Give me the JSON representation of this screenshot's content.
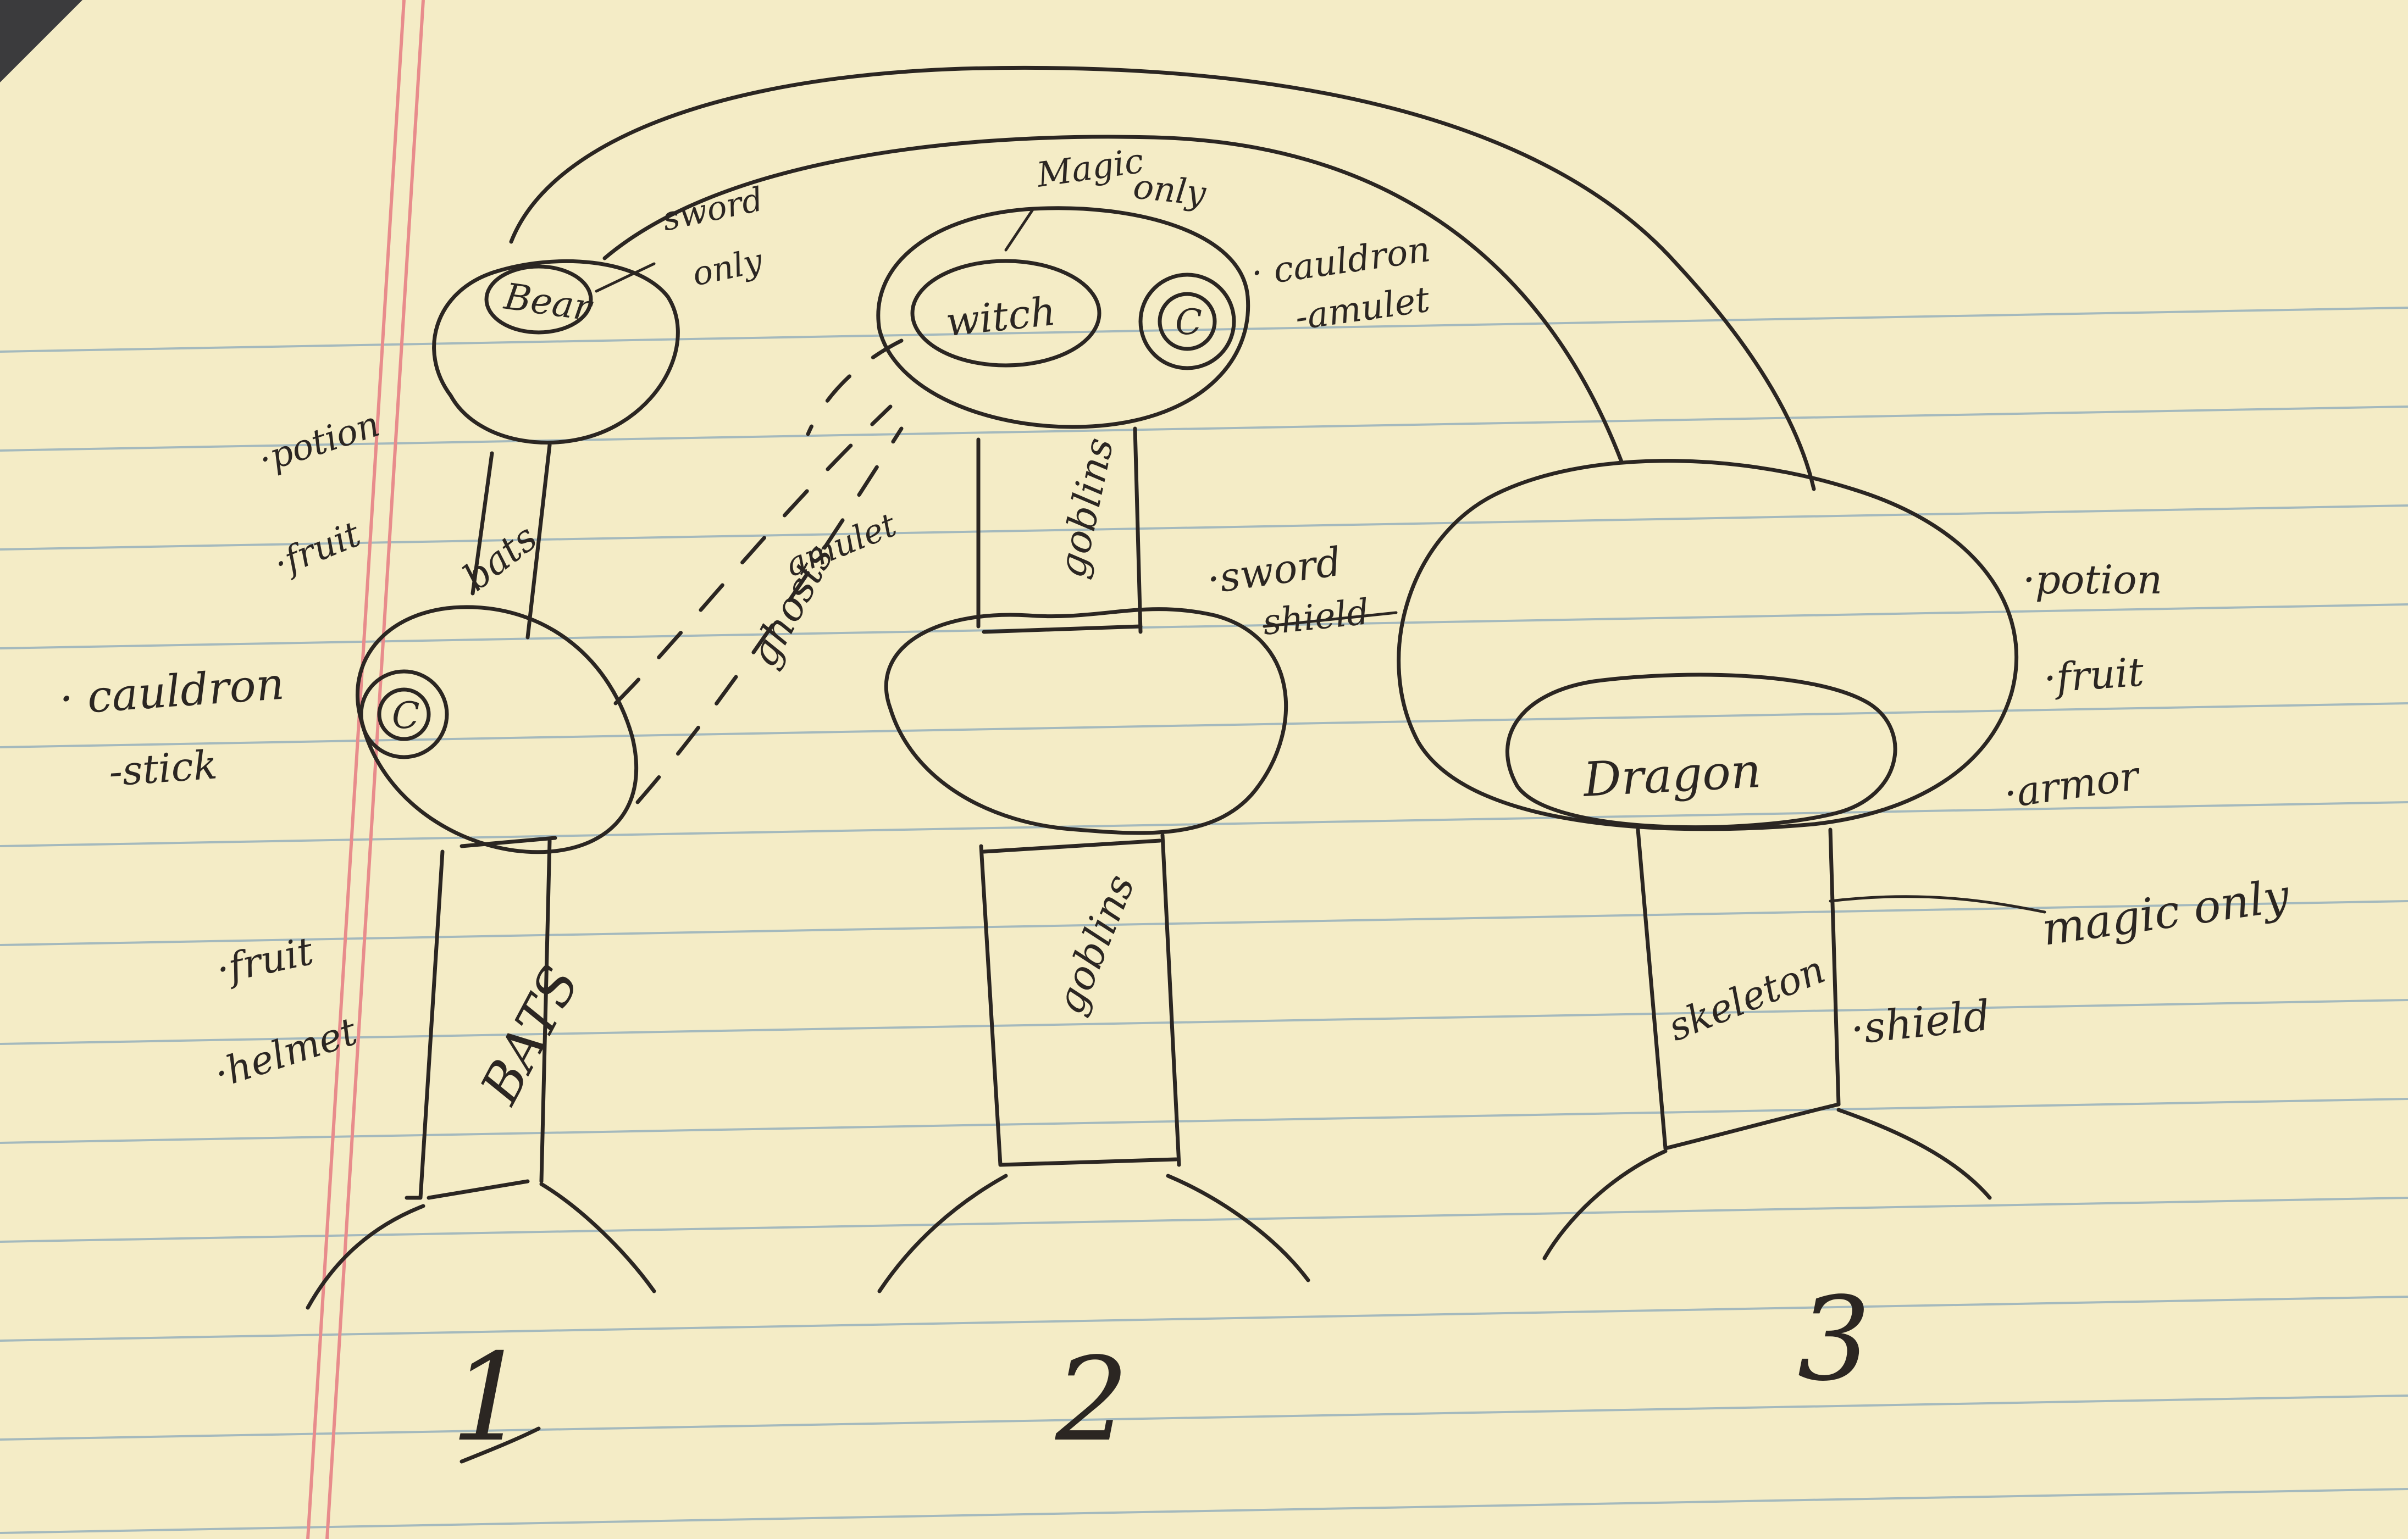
{
  "colors": {
    "paper": "#f4ecc6",
    "ink": "#2b2622",
    "rule_line": "#8aa9bb",
    "margin_line": "#e88c8c",
    "background": "#3b3b3d"
  },
  "labels": {
    "bear": "Bear",
    "bear_note_1": "sword",
    "bear_note_2": "only",
    "witch": "witch",
    "witch_note_1": "Magic",
    "witch_note_2": "only",
    "room2_c": "C",
    "room2_items_1": "· cauldron",
    "room2_items_2": "-amulet",
    "room1_path_items_1": "·potion",
    "room1_path_items_2": "·fruit",
    "bats_upper": "bats",
    "room1_c": "C",
    "room1_items_1": "· cauldron",
    "room1_items_2": "-stick",
    "ghosts": "ghosts",
    "ghosts_item": "amulet",
    "goblins_upper": "goblins",
    "sword": "·sword",
    "shield_struck": "shield",
    "bats_lower": "BATS",
    "bats_lower_items_1": "·fruit",
    "bats_lower_items_2": "·helmet",
    "goblins_lower": "goblins",
    "dragon": "Dragon",
    "dragon_items_1": "·potion",
    "dragon_items_2": "·fruit",
    "dragon_items_3": "·armor",
    "skeleton": "skeleton",
    "skeleton_note": "magic only",
    "skeleton_item": "·shield",
    "num_1": "1",
    "num_2": "2",
    "num_3": "3"
  }
}
